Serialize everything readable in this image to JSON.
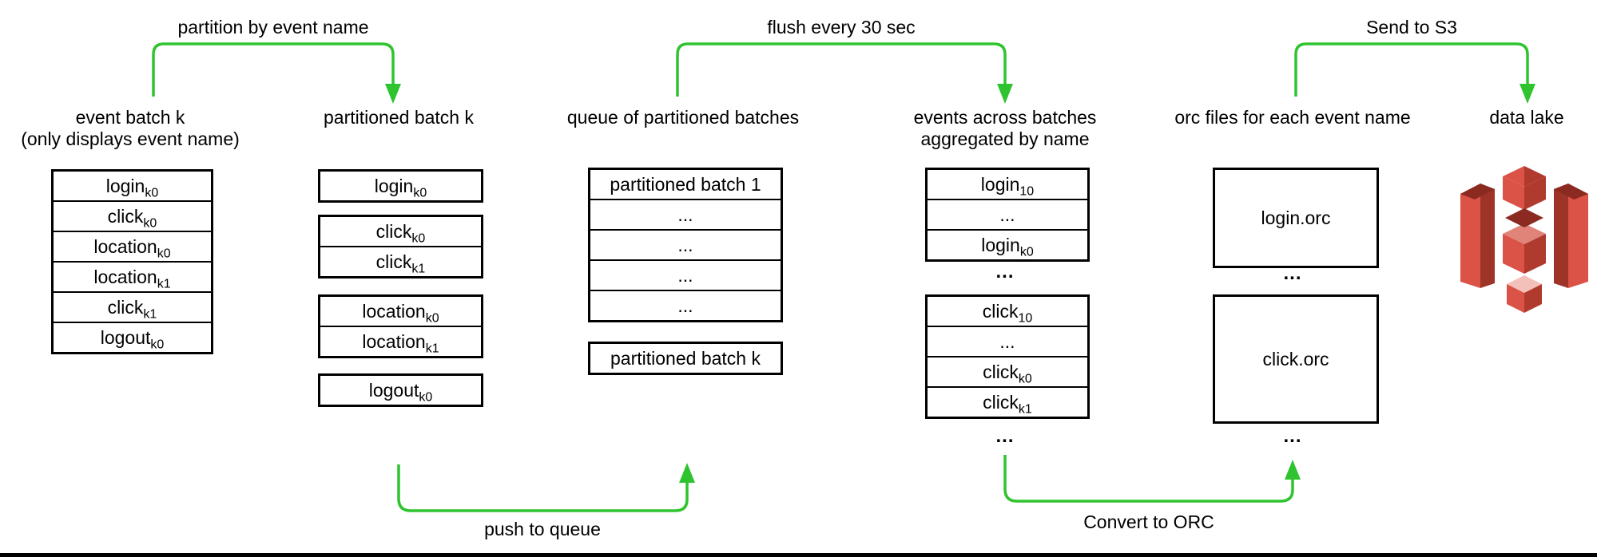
{
  "colors": {
    "green": "#2FC42F",
    "black": "#000000",
    "s3": {
      "bright": "#DB5347",
      "mid_dark": "#B03A2E",
      "dark": "#9E3328",
      "darkest": "#8A2A21",
      "light": "#E08379",
      "pale": "#F3C1B9"
    }
  },
  "arrows": {
    "partition": {
      "label": "partition by event name"
    },
    "flush": {
      "label": "flush every 30 sec"
    },
    "send": {
      "label": "Send to S3"
    },
    "push": {
      "label": "push to queue"
    },
    "convert": {
      "label": "Convert to ORC"
    }
  },
  "columns": {
    "event_batch": {
      "title_line1": "event batch k",
      "title_line2": "(only displays event name)",
      "rows": [
        {
          "base": "login",
          "sub": "k0"
        },
        {
          "base": "click",
          "sub": "k0"
        },
        {
          "base": "location",
          "sub": "k0"
        },
        {
          "base": "location",
          "sub": "k1"
        },
        {
          "base": "click",
          "sub": "k1"
        },
        {
          "base": "logout",
          "sub": "k0"
        }
      ]
    },
    "partitioned_batch": {
      "title": "partitioned batch k",
      "groups": [
        [
          {
            "base": "login",
            "sub": "k0"
          }
        ],
        [
          {
            "base": "click",
            "sub": "k0"
          },
          {
            "base": "click",
            "sub": "k1"
          }
        ],
        [
          {
            "base": "location",
            "sub": "k0"
          },
          {
            "base": "location",
            "sub": "k1"
          }
        ],
        [
          {
            "base": "logout",
            "sub": "k0"
          }
        ]
      ]
    },
    "queue": {
      "title": "queue of partitioned batches",
      "rows": [
        "partitioned batch 1",
        "...",
        "...",
        "...",
        "..."
      ],
      "tail_box": "partitioned batch k"
    },
    "aggregated": {
      "title_line1": "events across batches",
      "title_line2": "aggregated by name",
      "login_rows": [
        {
          "base": "login",
          "sub": "10"
        },
        {
          "base": "...",
          "sub": ""
        },
        {
          "base": "login",
          "sub": "k0"
        }
      ],
      "ellipsis1": "...",
      "click_rows": [
        {
          "base": "click",
          "sub": "10"
        },
        {
          "base": "...",
          "sub": ""
        },
        {
          "base": "click",
          "sub": "k0"
        },
        {
          "base": "click",
          "sub": "k1"
        }
      ],
      "ellipsis2": "..."
    },
    "orc": {
      "title": "orc files for each event name",
      "box1": "login.orc",
      "ellipsis1": "...",
      "box2": "click.orc",
      "ellipsis2": "..."
    },
    "datalake": {
      "title": "data lake",
      "icon": "s3-bucket-icon"
    }
  }
}
